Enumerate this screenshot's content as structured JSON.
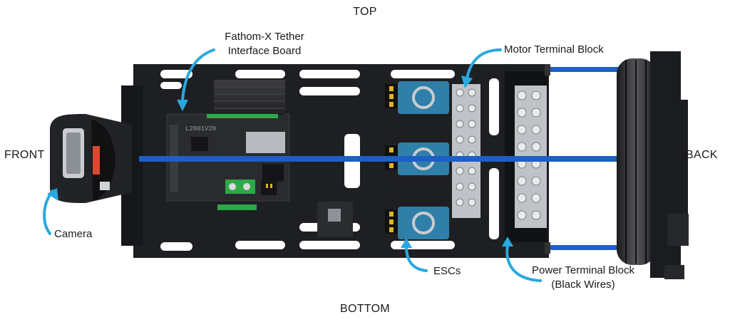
{
  "orientation": {
    "top": "TOP",
    "bottom": "BOTTOM",
    "front": "FRONT",
    "back": "BACK"
  },
  "callouts": {
    "tether_board_line1": "Fathom-X Tether",
    "tether_board_line2": "Interface Board",
    "motor_terminal_block": "Motor Terminal Block",
    "camera": "Camera",
    "escs": "ESCs",
    "power_terminal_line1": "Power Terminal Block",
    "power_terminal_line2": "(Black Wires)"
  },
  "board_markings": {
    "board_id": "L2001V20"
  },
  "colors": {
    "arrow": "#29a8e0",
    "plate": "#1e1f22",
    "rod": "#1d5fc4",
    "esc": "#2f7fa8",
    "terminal": "#bfc3c8",
    "connector_green": "#2ea84a",
    "pin_gold": "#e2b224"
  }
}
